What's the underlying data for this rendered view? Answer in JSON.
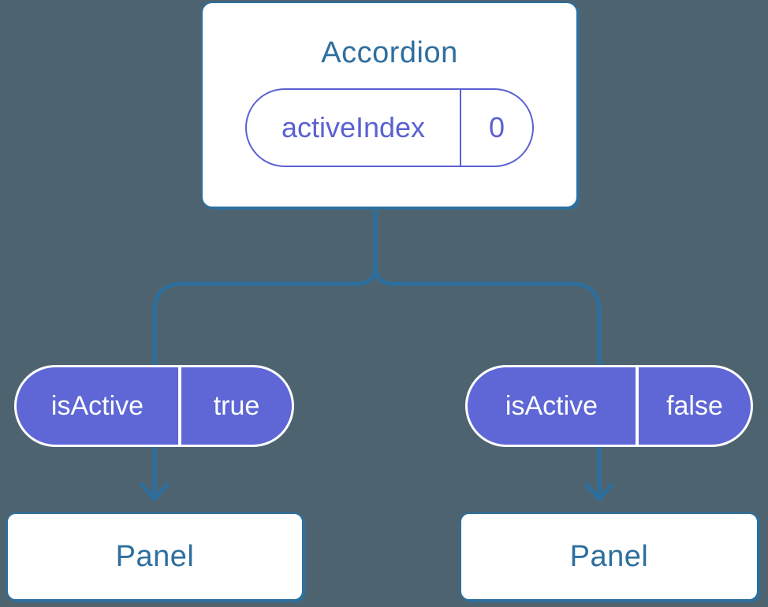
{
  "diagram": {
    "accordion": {
      "title": "Accordion",
      "state_pill": {
        "name": "activeIndex",
        "value": "0"
      }
    },
    "prop_pills": [
      {
        "name": "isActive",
        "value": "true"
      },
      {
        "name": "isActive",
        "value": "false"
      }
    ],
    "panels": [
      {
        "title": "Panel"
      },
      {
        "title": "Panel"
      }
    ],
    "colors": {
      "background": "#4D6470",
      "connector": "#2C6F9F",
      "box_border": "#2E6F9E",
      "box_text": "#2E6F9E",
      "pill_fill": "#5E67D5",
      "pill_text": "#FFFFFF",
      "state_accent": "#5B61D3"
    }
  }
}
